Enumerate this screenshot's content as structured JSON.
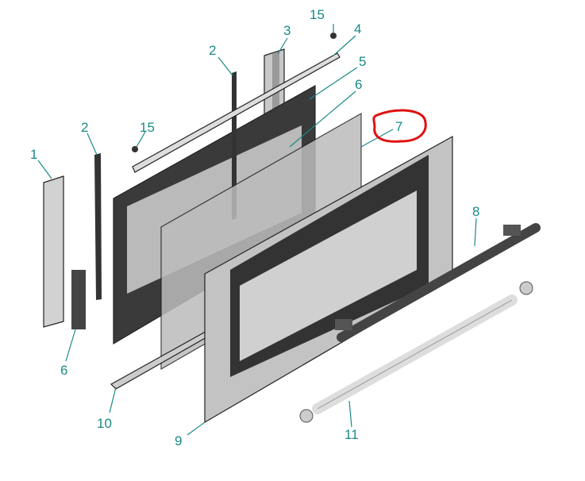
{
  "diagram": {
    "labels": {
      "l15a": "15",
      "l4": "4",
      "l3": "3",
      "l2a": "2",
      "l5": "5",
      "l6a": "6",
      "l7": "7",
      "l15b": "15",
      "l2b": "2",
      "l1": "1",
      "l8": "8",
      "l6b": "6",
      "l11": "11",
      "l10": "10",
      "l9": "9"
    },
    "colors": {
      "label": "#1a8a86",
      "highlight": "#e01010"
    }
  }
}
